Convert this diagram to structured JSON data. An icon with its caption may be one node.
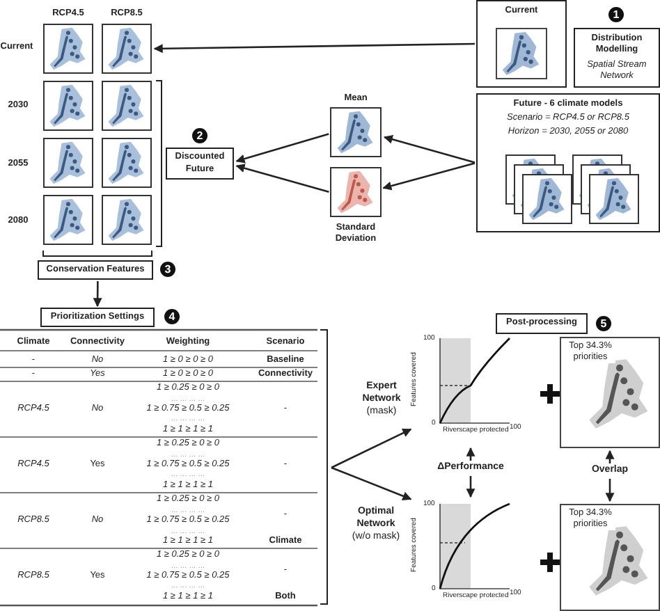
{
  "diagram": {
    "nodes": [
      {
        "text": [
          "Current"
        ]
      },
      {
        "text": [
          "Distribution Modelling",
          "Spatial Stream Network"
        ],
        "beside": [
          "1"
        ]
      },
      {
        "text": [
          "Future - 6 climate models",
          "Scenario = RCP4.5 or RCP8.5",
          "Horizon = 2030, 2055 or 2080"
        ]
      },
      {
        "text": [
          "Mean"
        ]
      },
      {
        "text": [
          "Standard Deviation"
        ]
      },
      {
        "text": [
          "Discounted Future"
        ],
        "beside": [
          "2"
        ]
      },
      {
        "text": [],
        "shape": "picture"
      },
      {
        "text": [],
        "shape": "picture"
      },
      {
        "text": [],
        "shape": "picture"
      },
      {
        "text": [],
        "shape": "picture"
      },
      {
        "text": [],
        "shape": "picture"
      },
      {
        "text": [],
        "shape": "picture"
      },
      {
        "text": [],
        "shape": "picture"
      },
      {
        "text": [],
        "shape": "picture"
      },
      {
        "text": [
          "Conservation Features"
        ],
        "beside": [
          "3"
        ]
      },
      {
        "text": [
          "Prioritization Settings"
        ],
        "beside": [
          "4"
        ]
      },
      {
        "text": [
          "Post-processing"
        ],
        "beside": [
          "5"
        ]
      },
      {
        "text": [
          "100",
          "Features covered",
          "0",
          "Riverscape protected",
          "100"
        ]
      },
      {
        "text": [
          "Top 34.3% priorities"
        ]
      },
      {
        "text": [
          "100",
          "Features covered",
          "0",
          "Riverscape protected",
          "100"
        ]
      },
      {
        "text": [
          "Top 34.3% priorities"
        ]
      }
    ],
    "edges": [
      {
        "from": 0,
        "to": 7,
        "arrow": "to"
      },
      {
        "from": 2,
        "to": 3,
        "arrow": "to"
      },
      {
        "from": 2,
        "to": 4,
        "arrow": "to"
      },
      {
        "from": 3,
        "to": 5,
        "arrow": "to"
      },
      {
        "from": 4,
        "to": 5,
        "arrow": "to"
      },
      {
        "from": 14,
        "to": 15,
        "arrow": "to"
      },
      {
        "from": null,
        "to": 17,
        "arrow": "to",
        "label": "**Expert Network** (mask)"
      },
      {
        "from": null,
        "to": 19,
        "arrow": "to",
        "label": "**Optimal Network** (w/o mask)"
      },
      {
        "from": 17,
        "to": 19,
        "arrow": "both",
        "label": "ΔPerformance"
      },
      {
        "from": 18,
        "to": 20,
        "arrow": "both",
        "label": "Overlap"
      }
    ],
    "labels": [
      "RCP4.5",
      "RCP8.5",
      "Current",
      "2030",
      "2055",
      "2080",
      "Climate",
      "Connectivity",
      "Weighting",
      "Scenario",
      "-",
      "No",
      "1 ≥ 0 ≥ 0 ≥ 0",
      "Baseline",
      "-",
      "Yes",
      "1 ≥ 0 ≥ 0 ≥ 0",
      "Connectivity",
      "1 ≥ 0.25 ≥ 0 ≥ 0",
      "… … … …",
      "RCP4.5",
      "No",
      "1 ≥ 0.75 ≥ 0.5 ≥ 0.25",
      "-",
      "… … … …",
      "1 ≥ 1 ≥ 1 ≥ 1",
      "1 ≥ 0.25 ≥ 0 ≥ 0",
      "… … … …",
      "RCP4.5",
      "Yes",
      "1 ≥ 0.75 ≥ 0.5 ≥ 0.25",
      "-",
      "… … … …",
      "1 ≥ 1 ≥ 1 ≥ 1",
      "1 ≥ 0.25 ≥ 0 ≥ 0",
      "… … … …",
      "RCP8.5",
      "No",
      "1 ≥ 0.75 ≥ 0.5 ≥ 0.25",
      "-",
      "… … … …",
      "1 ≥ 1 ≥ 1 ≥ 1",
      "Climate",
      "1 ≥ 0.25 ≥ 0 ≥ 0",
      "… … … …",
      "RCP8.5",
      "Yes",
      "1 ≥ 0.75 ≥ 0.5 ≥ 0.25",
      "-",
      "… … … …",
      "1 ≥ 1 ≥ 1 ≥ 1",
      "Both"
    ]
  }
}
